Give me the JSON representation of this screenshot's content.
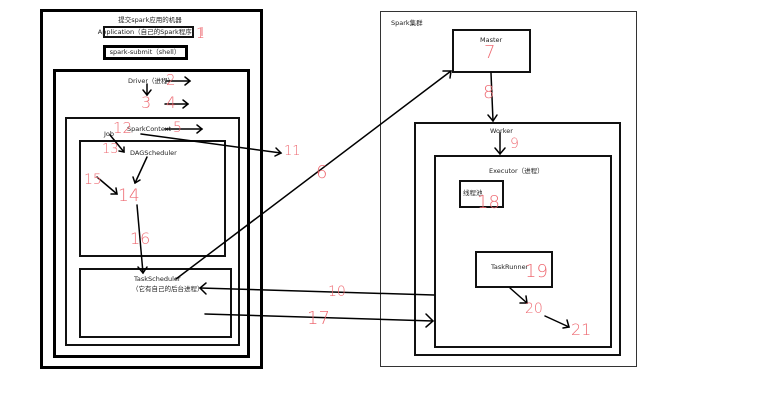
{
  "left_machine": {
    "title": "提交spark应用的机器",
    "application": "Application（自己的Spark程序）",
    "spark_submit": "spark-submit（shell）",
    "driver": "Driver（进程）",
    "spark_context": "SparkContext",
    "job": "Job",
    "dag_scheduler": "DAGScheduler",
    "task_scheduler": "TaskScheduler",
    "task_scheduler_note": "（它有自己的后台进程）"
  },
  "cluster": {
    "title": "Spark集群",
    "master": "Master",
    "worker": "Worker",
    "executor": "Executor（进程）",
    "thread_pool": "线程池",
    "task_runner": "TaskRunner"
  },
  "step_numbers": {
    "s1": "1",
    "s2": "2",
    "s3": "3",
    "s4": "4",
    "s5": "5",
    "s6": "6",
    "s7": "7",
    "s8": "8",
    "s9": "9",
    "s10": "10",
    "s11": "11",
    "s12": "12",
    "s13": "13",
    "s14": "14",
    "s15": "15",
    "s16": "16",
    "s17": "17",
    "s18": "18",
    "s19": "19",
    "s20": "20",
    "s21": "21"
  },
  "colors": {
    "annotation": "#ee6b73",
    "line": "#000000"
  }
}
